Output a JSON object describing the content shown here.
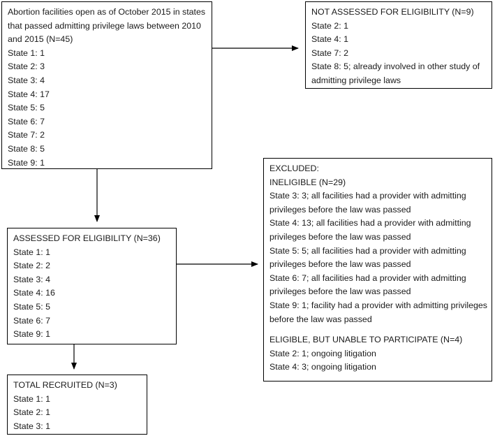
{
  "boxes": {
    "initial": {
      "title": "Abortion facilities open as of October 2015 in states that passed admitting privilege laws between 2010 and 2015 (N=45)",
      "lines": [
        "State 1: 1",
        "State 2: 3",
        "State 3: 4",
        "State 4: 17",
        "State 5: 5",
        "State 6: 7",
        "State 7: 2",
        "State 8: 5",
        "State 9: 1"
      ]
    },
    "not_assessed": {
      "title": "NOT ASSESSED FOR ELIGIBILITY (N=9)",
      "lines": [
        "State 2: 1",
        "State 4: 1",
        "State 7: 2",
        "State 8: 5; already involved in other study of admitting privilege laws"
      ]
    },
    "assessed": {
      "title": "ASSESSED FOR ELIGIBILITY (N=36)",
      "lines": [
        "State 1: 1",
        "State 2: 2",
        "State 3: 4",
        "State 4: 16",
        "State 5: 5",
        "State 6: 7",
        "State 9: 1"
      ]
    },
    "excluded": {
      "title": "EXCLUDED:",
      "ineligible_title": "INELIGIBLE (N=29)",
      "ineligible_lines": [
        "State 3: 3; all facilities had a provider with admitting privileges before the law was passed",
        "State 4: 13; all facilities had a provider with admitting privileges before the law was passed",
        "State 5: 5; all facilities had a provider with admitting privileges before the law was passed",
        "State 6: 7; all facilities had a provider with admitting privileges before the law was passed",
        "State 9: 1; facility had a provider with admitting privileges before the law was passed"
      ],
      "eligible_title": "ELIGIBLE, BUT UNABLE TO PARTICIPATE (N=4)",
      "eligible_lines": [
        "State 2: 1; ongoing litigation",
        "State 4: 3; ongoing litigation"
      ]
    },
    "recruited": {
      "title": "TOTAL RECRUITED (N=3)",
      "lines": [
        "State 1: 1",
        "State 2: 1",
        "State 3: 1"
      ]
    }
  }
}
